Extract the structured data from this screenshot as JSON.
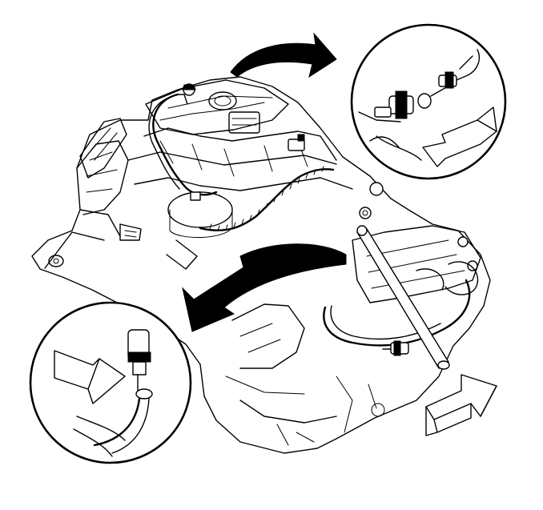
{
  "colors": {
    "ink": "#000000",
    "paper": "#ffffff"
  },
  "callouts": [
    {
      "id": "detail-top-right",
      "icon": "zoom-circle-icon",
      "shows": "connector-release-arrow"
    },
    {
      "id": "detail-bottom-left",
      "icon": "zoom-circle-icon",
      "shows": "hose-connector-arrow"
    }
  ],
  "direction_arrows": [
    "curved-arrow-top",
    "curved-arrow-middle",
    "outline-arrow-bottom-right"
  ]
}
